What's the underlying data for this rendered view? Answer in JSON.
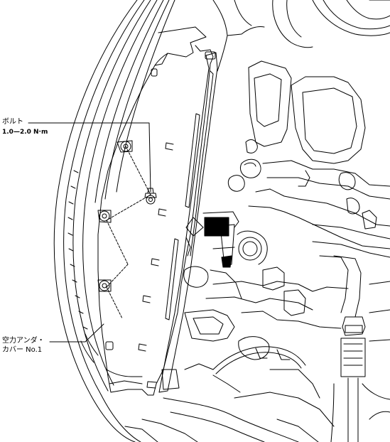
{
  "labels": {
    "bolt": "ボルト",
    "torque": "1.0—2.0 N·m",
    "cover_line1": "空力アンダ・",
    "cover_line2": "カバー No.1"
  },
  "colors": {
    "line": "#000000",
    "background": "#ffffff"
  }
}
